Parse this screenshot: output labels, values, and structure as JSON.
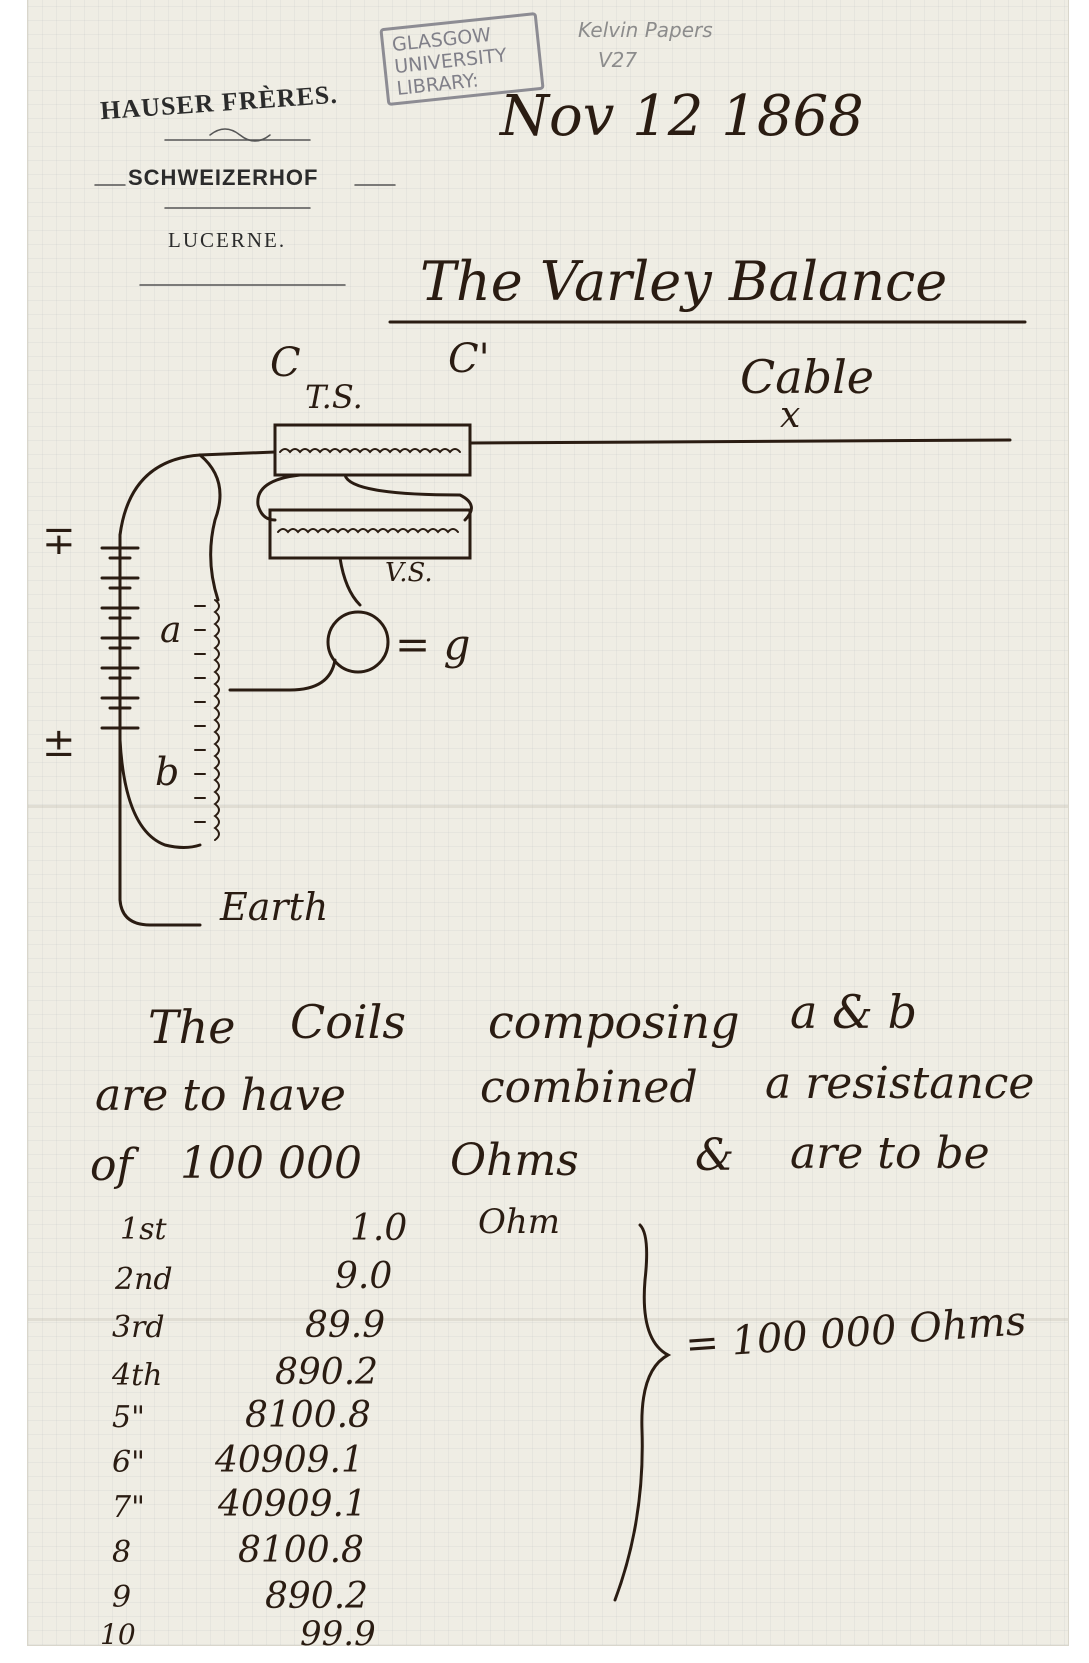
{
  "archive": {
    "stamp_lines": [
      "GLASGOW",
      "UNIVERSITY",
      "LIBRARY:"
    ],
    "pencil_collection": "Kelvin Papers",
    "pencil_ref": "V27"
  },
  "letterhead": {
    "hotel_owner": "HAUSER FRÈRES.",
    "hotel_name": "SCHWEIZERHOF",
    "city": "LUCERNE."
  },
  "date": "Nov 12 1868",
  "title": "The Varley Balance",
  "diagram": {
    "label_c": "C",
    "label_c_prime": "C'",
    "label_ts": "T.S.",
    "label_vs": "V.S.",
    "label_cable": "Cable",
    "label_x": "x",
    "label_g": "= g",
    "label_a": "a",
    "label_b": "b",
    "label_minus": "∓",
    "label_plus": "±",
    "label_earth": "Earth"
  },
  "text": {
    "line1": [
      "The",
      "Coils",
      "composing",
      "a & b"
    ],
    "line2": [
      "are to have",
      "combined",
      "a resistance"
    ],
    "line3": [
      "of",
      "100 000",
      "Ohms",
      "&",
      "are to be"
    ]
  },
  "coil_table": {
    "unit": "Ohm",
    "rows": [
      {
        "label": "1st",
        "value": "1.0"
      },
      {
        "label": "2nd",
        "value": "9.0"
      },
      {
        "label": "3rd",
        "value": "89.9"
      },
      {
        "label": "4th",
        "value": "890.2"
      },
      {
        "label": "5\"",
        "value": "8100.8"
      },
      {
        "label": "6\"",
        "value": "40909.1"
      },
      {
        "label": "7\"",
        "value": "40909.1"
      },
      {
        "label": "8",
        "value": "8100.8"
      },
      {
        "label": "9",
        "value": "890.2"
      },
      {
        "label": "10",
        "value": "99.9"
      }
    ],
    "total": "= 100 000 Ohms"
  }
}
